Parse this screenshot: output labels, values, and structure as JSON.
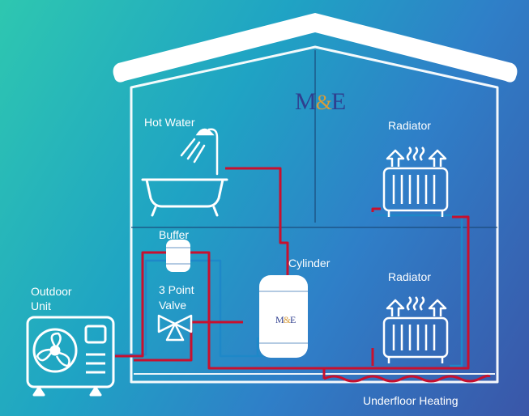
{
  "labels": {
    "hot_water": "Hot Water",
    "radiator_upper": "Radiator",
    "buffer": "Buffer",
    "cylinder": "Cylinder",
    "three_point_valve_line1": "3 Point",
    "three_point_valve_line2": "Valve",
    "radiator_lower": "Radiator",
    "outdoor_unit_line1": "Outdoor",
    "outdoor_unit_line2": "Unit",
    "underfloor_heating": "Underfloor Heating"
  },
  "logo": {
    "left": "M",
    "amp": "&",
    "right": "E"
  },
  "colors": {
    "flow_pipe": "#c8102e",
    "return_pipe": "#1e88c8",
    "outline": "#ffffff",
    "logo_blue": "#2f3f8f",
    "logo_gold": "#d79c3a"
  },
  "icons": [
    "roof",
    "house-outline",
    "bathtub-icon",
    "shower-icon",
    "radiator-icon",
    "buffer-tank-icon",
    "cylinder-tank-icon",
    "three-way-valve-icon",
    "heat-pump-outdoor-unit-icon",
    "underfloor-heating-loop"
  ]
}
